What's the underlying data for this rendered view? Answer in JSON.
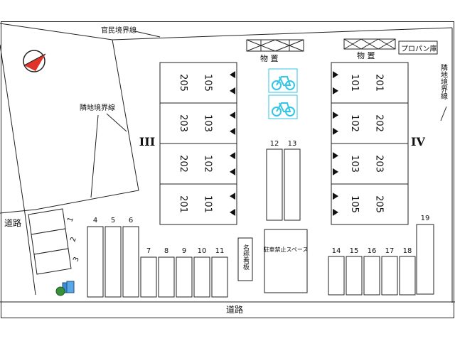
{
  "labels": {
    "boundary_public": "官民境界線",
    "boundary_neighbor_left": "隣地境界線",
    "boundary_neighbor_right": "隣地境界線",
    "road_left": "道路",
    "road_bottom": "道路",
    "storage_left": "物 置",
    "storage_right": "物 置",
    "propane": "プロパン庫",
    "signboard": "名称看板",
    "no_parking": "駐車禁止スペース"
  },
  "buildings": [
    {
      "numeral": "III",
      "rows": [
        {
          "left": "205",
          "right": "105"
        },
        {
          "left": "203",
          "right": "103"
        },
        {
          "left": "202",
          "right": "102"
        },
        {
          "left": "201",
          "right": "101"
        }
      ]
    },
    {
      "numeral": "IV",
      "rows": [
        {
          "left": "101",
          "right": "201"
        },
        {
          "left": "102",
          "right": "202"
        },
        {
          "left": "103",
          "right": "203"
        },
        {
          "left": "105",
          "right": "205"
        }
      ]
    }
  ],
  "parking": {
    "left_slanted": [
      "1",
      "2",
      "3"
    ],
    "tall_left": [
      "4",
      "5",
      "6"
    ],
    "short_left": [
      "7",
      "8",
      "9",
      "10",
      "11"
    ],
    "middle": [
      "12",
      "13"
    ],
    "short_right": [
      "14",
      "15",
      "16",
      "17",
      "18"
    ],
    "tall_right": [
      "19"
    ]
  },
  "icons": {
    "compass": "north-arrow-icon",
    "bicycle": "bicycle-parking-icon",
    "garbage": "garbage-station-icon",
    "stair": "entrance-triangle-icon"
  },
  "colors": {
    "compass_red": "#e0342a",
    "bicycle_cyan": "#33c6e6",
    "garbage_green": "#3a8f3a",
    "garbage_blue": "#3b8ed6"
  }
}
